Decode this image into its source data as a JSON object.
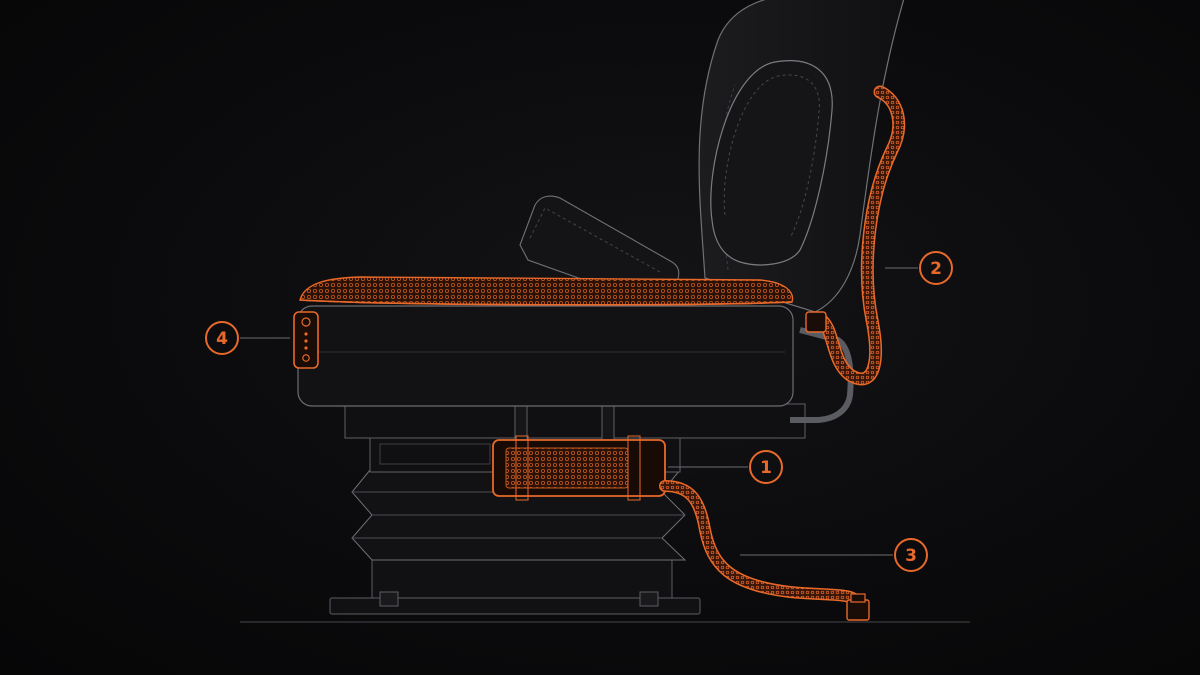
{
  "colors": {
    "background": "#0b0b0d",
    "accent": "#e8692a",
    "line": "#8a8c90",
    "line_dim": "#3a3b3f"
  },
  "diagram": {
    "subject": "seat-icon",
    "callouts": [
      {
        "label": "1",
        "part": "heater-unit"
      },
      {
        "label": "2",
        "part": "backrest-hose"
      },
      {
        "label": "3",
        "part": "floor-hose"
      },
      {
        "label": "4",
        "part": "control-panel"
      }
    ]
  }
}
